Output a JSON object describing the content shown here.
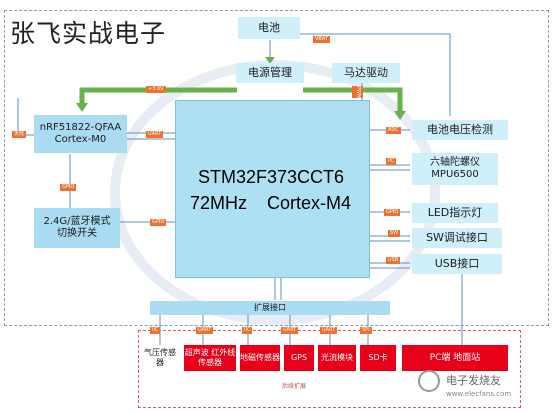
{
  "title": "张飞实战电子",
  "blocks": {
    "battery": "电池",
    "power_mgmt": "电源管理",
    "motor_drive": "马达驱动",
    "nrf_line1": "nRF51822-QFAA",
    "nrf_line2": "Cortex-M0",
    "switch_line1": "2.4G/蓝牙模式",
    "switch_line2": "切换开关",
    "mcu_line1": "STM32F373CCT6",
    "mcu_line2": "72MHz    Cortex-M4",
    "battery_voltage": "电池电压检测",
    "gyro_line1": "六轴陀螺仪",
    "gyro_line2": "MPU6500",
    "led": "LED指示灯",
    "sw": "SW调试接口",
    "usb": "USB接口",
    "expansion": "扩展接口"
  },
  "bottom_modules": [
    "气压传感器",
    "超声波 红外线传感器",
    "地磁传感器",
    "GPS",
    "光流模块",
    "SD卡"
  ],
  "pc_station": "PC端 地面站",
  "future_label": "后续扩展",
  "tags": {
    "vbat": "VBAT",
    "v33": "+3.0V",
    "pwm": "PWM",
    "tianxian": "天线",
    "uart_nrf": "UART",
    "gpio_nrf": "GPIO",
    "gpio_sw": "GPIO",
    "adc": "ADC",
    "iic_gyro": "IIC",
    "gpio_led": "GPIO",
    "sw_tag": "SW",
    "usb_tag": "USB",
    "iic_b1": "IIC",
    "uart_b2": "UART",
    "iic_b3": "IIC",
    "uart_b4": "UART",
    "uart_b5": "UART",
    "spi_b6": "SPI"
  },
  "footer": "电子发烧友",
  "footer_url": "www.elecfans.com"
}
